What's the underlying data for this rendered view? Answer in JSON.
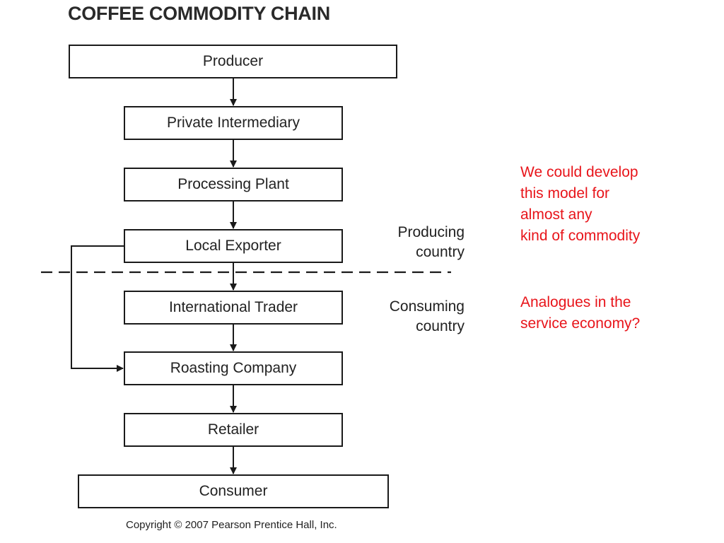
{
  "title": "COFFEE COMMODITY CHAIN",
  "nodes": [
    {
      "id": "producer",
      "label": "Producer"
    },
    {
      "id": "private-intermediary",
      "label": "Private Intermediary"
    },
    {
      "id": "processing-plant",
      "label": "Processing Plant"
    },
    {
      "id": "local-exporter",
      "label": "Local Exporter"
    },
    {
      "id": "international-trader",
      "label": "International Trader"
    },
    {
      "id": "roasting-company",
      "label": "Roasting Company"
    },
    {
      "id": "retailer",
      "label": "Retailer"
    },
    {
      "id": "consumer",
      "label": "Consumer"
    }
  ],
  "edges": [
    {
      "from": "producer",
      "to": "private-intermediary"
    },
    {
      "from": "private-intermediary",
      "to": "processing-plant"
    },
    {
      "from": "processing-plant",
      "to": "local-exporter"
    },
    {
      "from": "local-exporter",
      "to": "international-trader"
    },
    {
      "from": "international-trader",
      "to": "roasting-company"
    },
    {
      "from": "roasting-company",
      "to": "retailer"
    },
    {
      "from": "retailer",
      "to": "consumer"
    },
    {
      "from": "local-exporter",
      "to": "roasting-company"
    }
  ],
  "regions": {
    "producing": {
      "line1": "Producing",
      "line2": "country"
    },
    "consuming": {
      "line1": "Consuming",
      "line2": "country"
    }
  },
  "notes": [
    {
      "lines": [
        "We could develop",
        "this model for",
        "almost any",
        "kind of commodity"
      ]
    },
    {
      "lines": [
        "Analogues in the",
        "service economy?"
      ]
    }
  ],
  "copyright": "Copyright © 2007 Pearson Prentice Hall, Inc.",
  "colors": {
    "ink": "#1a1a1a",
    "note": "#e8141a",
    "background": "#ffffff"
  }
}
